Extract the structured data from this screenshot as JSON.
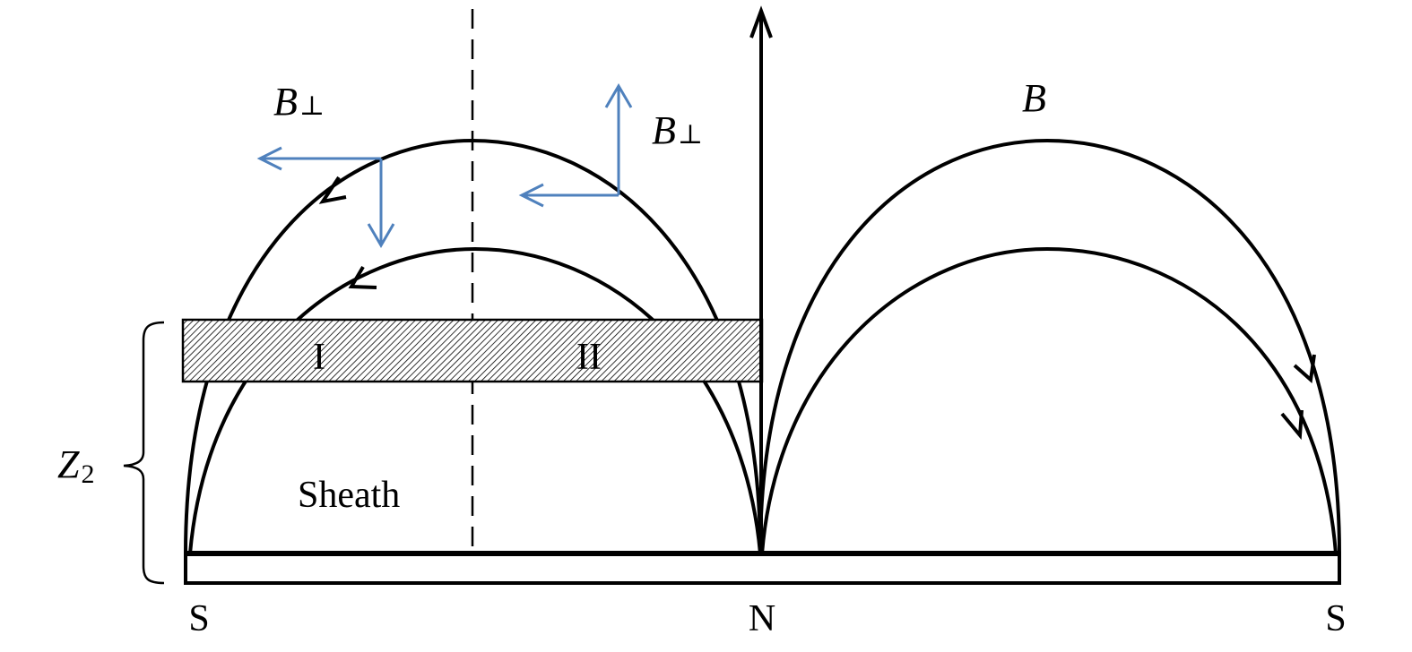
{
  "labels": {
    "b_perp_left": "B",
    "b_perp_right": "B",
    "perp_symbol": "⊥",
    "b_field": "B",
    "region_one": "I",
    "region_two": "II",
    "sheath": "Sheath",
    "z_symbol": "Z",
    "z_subscript": "2",
    "pole_left": "S",
    "pole_center": "N",
    "pole_right": "S"
  },
  "colors": {
    "stroke": "#000000",
    "vector": "#4f81bd",
    "background": "#ffffff"
  }
}
